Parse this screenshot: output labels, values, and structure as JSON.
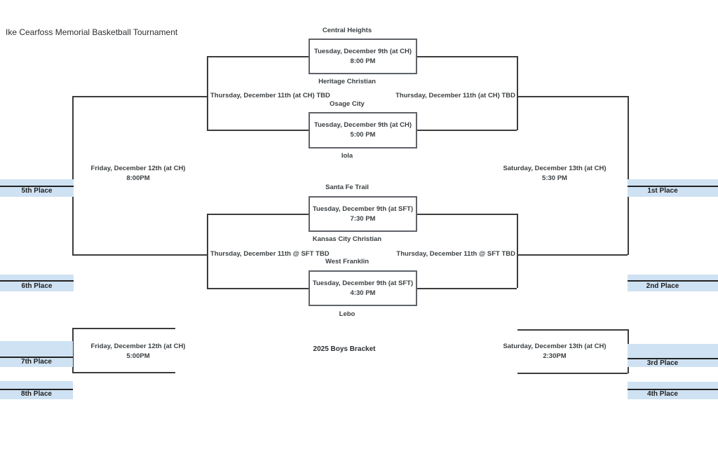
{
  "title": "Ike Cearfoss Memorial Basketball Tournament",
  "footer_label": "2025 Boys Bracket",
  "colors": {
    "band_blue": "#cfe2f3",
    "line_dark": "#3c3c3c",
    "box_border_gray": "#5f6368",
    "text_gray": "#3c4043"
  },
  "games": [
    {
      "team_top": "Central Heights",
      "team_bottom": "Heritage Christian",
      "venue": "Tuesday, December 9th (at CH)",
      "time": "8:00 PM"
    },
    {
      "team_top": "Osage City",
      "team_bottom": "Iola",
      "venue": "Tuesday, December 9th (at CH)",
      "time": "5:00 PM"
    },
    {
      "team_top": "Santa Fe Trail",
      "team_bottom": "Kansas City Christian",
      "venue": "Tuesday, December 9th (at SFT)",
      "time": "7:30 PM"
    },
    {
      "team_top": "West Franklin",
      "team_bottom": "Lebo",
      "venue": "Tuesday, December 9th (at SFT)",
      "time": "4:30 PM"
    }
  ],
  "semifinals": {
    "top_left": "Thursday, December 11th (at CH) TBD",
    "top_right": "Thursday, December 11th (at CH) TBD",
    "bottom_left": "Thursday, December 11th @ SFT TBD",
    "bottom_right": "Thursday, December 11th @ SFT TBD"
  },
  "finals": {
    "left": {
      "venue": "Friday, December 12th (at CH)",
      "time": "8:00PM"
    },
    "right": {
      "venue": "Saturday, December 13th (at CH)",
      "time": "5:30 PM"
    },
    "bottom_left": {
      "venue": "Friday, December 12th (at CH)",
      "time": "5:00PM"
    },
    "bottom_right": {
      "venue": "Saturday, December 13th (at CH)",
      "time": "2:30PM"
    }
  },
  "places": {
    "p1": "1st Place",
    "p2": "2nd Place",
    "p3": "3rd Place",
    "p4": "4th Place",
    "p5": "5th Place",
    "p6": "6th Place",
    "p7": "7th Place",
    "p8": "8th Place"
  }
}
